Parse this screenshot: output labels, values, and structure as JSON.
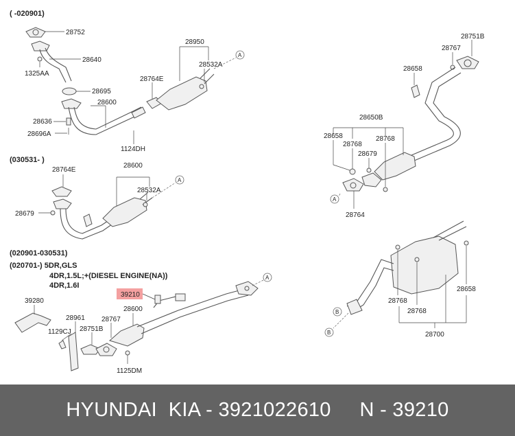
{
  "headers": {
    "sec1": "( -020901)",
    "sec2": "(030531- )",
    "sec3a": "(020901-030531)",
    "sec3b": "(020701-) 5DR,GLS",
    "sec3c": "4DR,1.5L;+(DIESEL ENGINE(NA))",
    "sec3d": "4DR,1.6I"
  },
  "labels": {
    "p28752": "28752",
    "p28640": "28640",
    "p1325AA": "1325AA",
    "p28695": "28695",
    "p28600a": "28600",
    "p28636": "28636",
    "p28696A": "28696A",
    "p1124DH": "1124DH",
    "p28764Ea": "28764E",
    "p28950": "28950",
    "p28532Aa": "28532A",
    "p28764Eb": "28764E",
    "p28600b": "28600",
    "p28532Ab": "28532A",
    "p28679a": "28679",
    "p39210": "39210",
    "p28600c": "28600",
    "p39280": "39280",
    "p28961": "28961",
    "p28767a": "28767",
    "p1129CJ": "1129CJ",
    "p28751Ba": "28751B",
    "p1125DM": "1125DM",
    "p28751Bb": "28751B",
    "p28767b": "28767",
    "p28658a": "28658",
    "p28650B": "28650B",
    "p28658b": "28658",
    "p28768a": "28768",
    "p28679b": "28679",
    "p28768b": "28768",
    "p28764": "28764",
    "p28768c": "28768",
    "p28658c": "28658",
    "p28768d": "28768",
    "p28700": "28700"
  },
  "refs": {
    "a1": "A",
    "a2": "A",
    "a3": "A",
    "a4": "A",
    "b1": "B",
    "b2": "B"
  },
  "highlight": {
    "color": "#f4a0a0"
  },
  "footer": {
    "text": "HYUNDAI  KIA - 3921022610     N - 39210"
  }
}
